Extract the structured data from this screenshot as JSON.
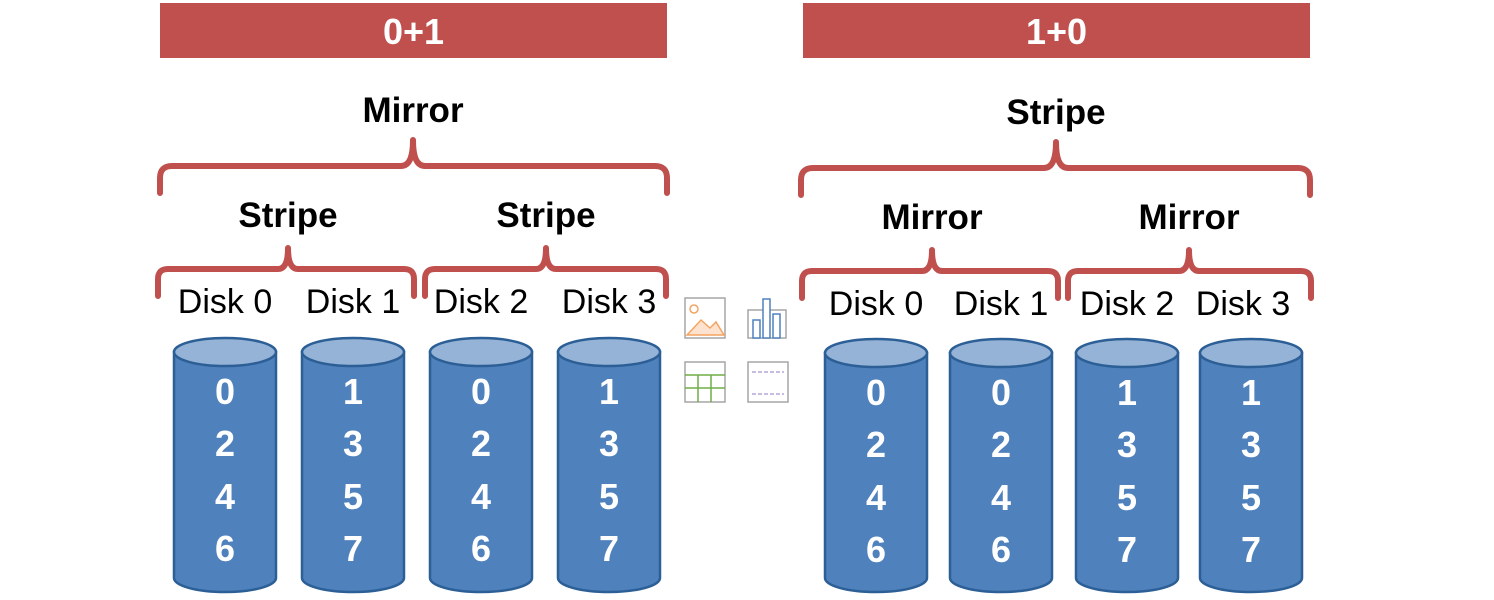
{
  "colors": {
    "header_fill": "#c0504d",
    "brace": "#c0504d",
    "disk_body": "#4f81bd",
    "disk_top": "#95b3d7",
    "disk_outline": "#2c5f96"
  },
  "panels": [
    {
      "header": "0+1",
      "top_group": "Mirror",
      "sub_groups": [
        "Stripe",
        "Stripe"
      ],
      "disks": [
        {
          "label": "Disk 0",
          "blocks": [
            "0",
            "2",
            "4",
            "6"
          ]
        },
        {
          "label": "Disk 1",
          "blocks": [
            "1",
            "3",
            "5",
            "7"
          ]
        },
        {
          "label": "Disk 2",
          "blocks": [
            "0",
            "2",
            "4",
            "6"
          ]
        },
        {
          "label": "Disk 3",
          "blocks": [
            "1",
            "3",
            "5",
            "7"
          ]
        }
      ]
    },
    {
      "header": "1+0",
      "top_group": "Stripe",
      "sub_groups": [
        "Mirror",
        "Mirror"
      ],
      "disks": [
        {
          "label": "Disk 0",
          "blocks": [
            "0",
            "2",
            "4",
            "6"
          ]
        },
        {
          "label": "Disk 1",
          "blocks": [
            "0",
            "2",
            "4",
            "6"
          ]
        },
        {
          "label": "Disk 2",
          "blocks": [
            "1",
            "3",
            "5",
            "7"
          ]
        },
        {
          "label": "Disk 3",
          "blocks": [
            "1",
            "3",
            "5",
            "7"
          ]
        }
      ]
    }
  ],
  "placeholder_icons": [
    "picture-icon",
    "chart-icon",
    "table-icon",
    "content-icon"
  ]
}
